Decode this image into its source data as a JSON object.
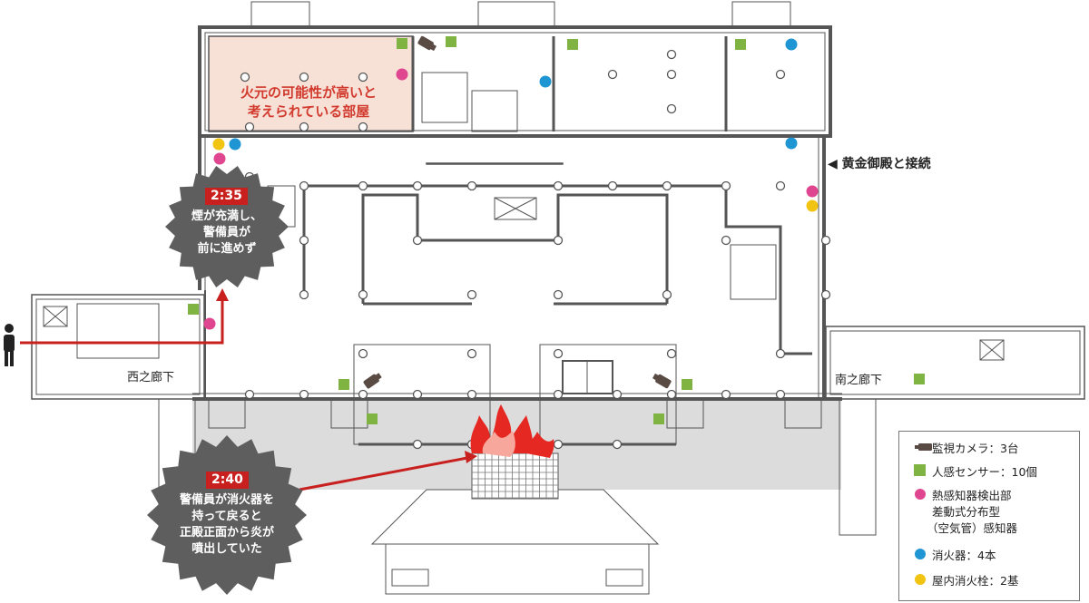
{
  "origin_room_label": [
    "火元の可能性が高いと",
    "考えられている部屋"
  ],
  "annex_connection": "◀ 黄金御殿と接続",
  "corridors": {
    "west": "西之廊下",
    "south": "南之廊下"
  },
  "events": [
    {
      "time": "2:35",
      "lines": [
        "煙が充満し、",
        "警備員が",
        "前に進めず"
      ]
    },
    {
      "time": "2:40",
      "lines": [
        "警備員が消火器を",
        "持って戻ると",
        "正殿正面から炎が",
        "噴出していた"
      ]
    }
  ],
  "legend": {
    "camera": "監視カメラ：3台",
    "motion_sensor": "人感センサー：10個",
    "heat_detector": [
      "熱感知器検出部",
      "差動式分布型",
      "（空気管）感知器"
    ],
    "extinguisher": "消火器：4本",
    "hydrant": "屋内消火栓：2基"
  },
  "colors": {
    "origin_room": "#f7e0d6",
    "alert_red": "#c8201f",
    "motion_sensor": "#7fb342",
    "heat_detector": "#e0468f",
    "extinguisher": "#1f95d3",
    "hydrant": "#f2c412",
    "burst": "#5e5e5e",
    "front_area": "#dcdcdc"
  },
  "icons": [
    "person-icon",
    "camera-icon",
    "fire-icon"
  ]
}
